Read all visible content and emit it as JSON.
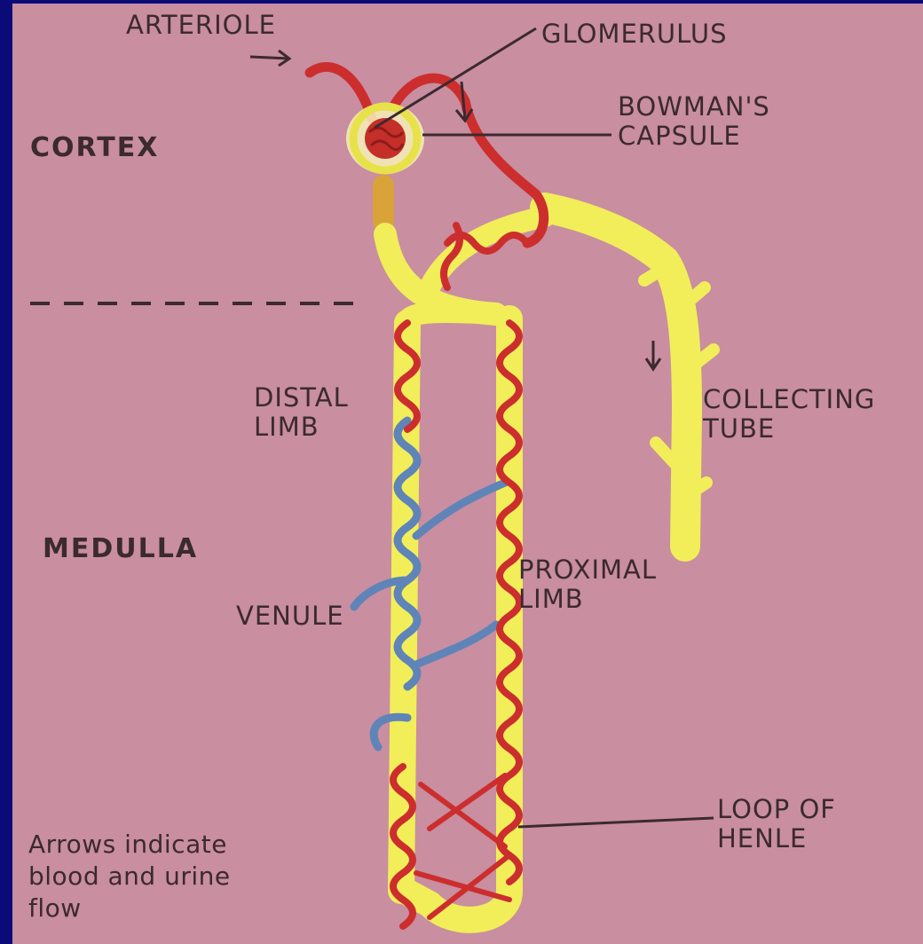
{
  "labels": {
    "arteriole": "ARTERIOLE",
    "glomerulus": "GLOMERULUS",
    "bowmans_line1": "BOWMAN'S",
    "bowmans_line2": "CAPSULE",
    "cortex": "CORTEX",
    "distal_line1": "DISTAL",
    "distal_line2": "LIMB",
    "collecting_line1": "COLLECTING",
    "collecting_line2": "TUBE",
    "medulla": "MEDULLA",
    "proximal_line1": "PROXIMAL",
    "proximal_line2": "LIMB",
    "venule": "VENULE",
    "loop_line1": "LOOP  OF",
    "loop_line2": "HENLE",
    "note_line1": "Arrows indicate",
    "note_line2": "blood and urine",
    "note_line3": "flow"
  },
  "colors": {
    "frame": "#0a0a78",
    "background": "#c98ea0",
    "tubule": "#f1ee5a",
    "artery": "#cc2e2e",
    "vein": "#5f84b8",
    "text": "#3b2a30"
  }
}
